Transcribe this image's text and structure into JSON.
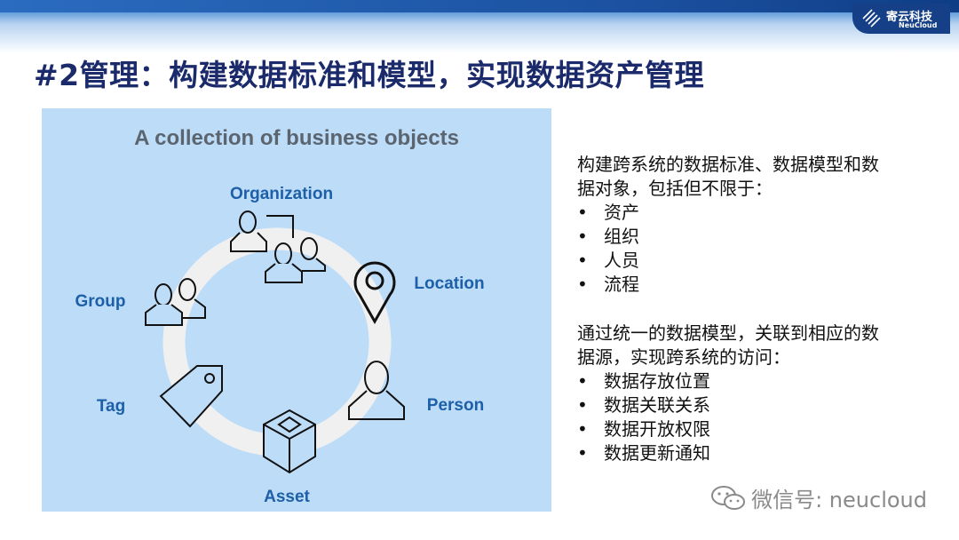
{
  "brand": {
    "name_cn": "寄云科技",
    "name_en": "NeuCloud"
  },
  "slide_title": "#2管理：构建数据标准和模型，实现数据资产管理",
  "diagram": {
    "title": "A collection of business objects",
    "labels": {
      "organization": "Organization",
      "location": "Location",
      "group": "Group",
      "person": "Person",
      "tag": "Tag",
      "asset": "Asset"
    },
    "colors": {
      "panel": "#bddcf7",
      "ring": "#f0f0f0",
      "label": "#1d5fa8"
    }
  },
  "right_text": {
    "para1": [
      "构建跨系统的数据标准、数据模型和数",
      "据对象，包括但不限于："
    ],
    "bullets1": [
      "资产",
      "组织",
      "人员",
      "流程"
    ],
    "para2": [
      "通过统一的数据模型，关联到相应的数",
      "据源，实现跨系统的访问："
    ],
    "bullets2": [
      "数据存放位置",
      "数据关联关系",
      "数据开放权限",
      "数据更新通知"
    ],
    "bullet_char": "•"
  },
  "watermark": {
    "icon": "wechat-icon",
    "text": "微信号: neucloud"
  }
}
